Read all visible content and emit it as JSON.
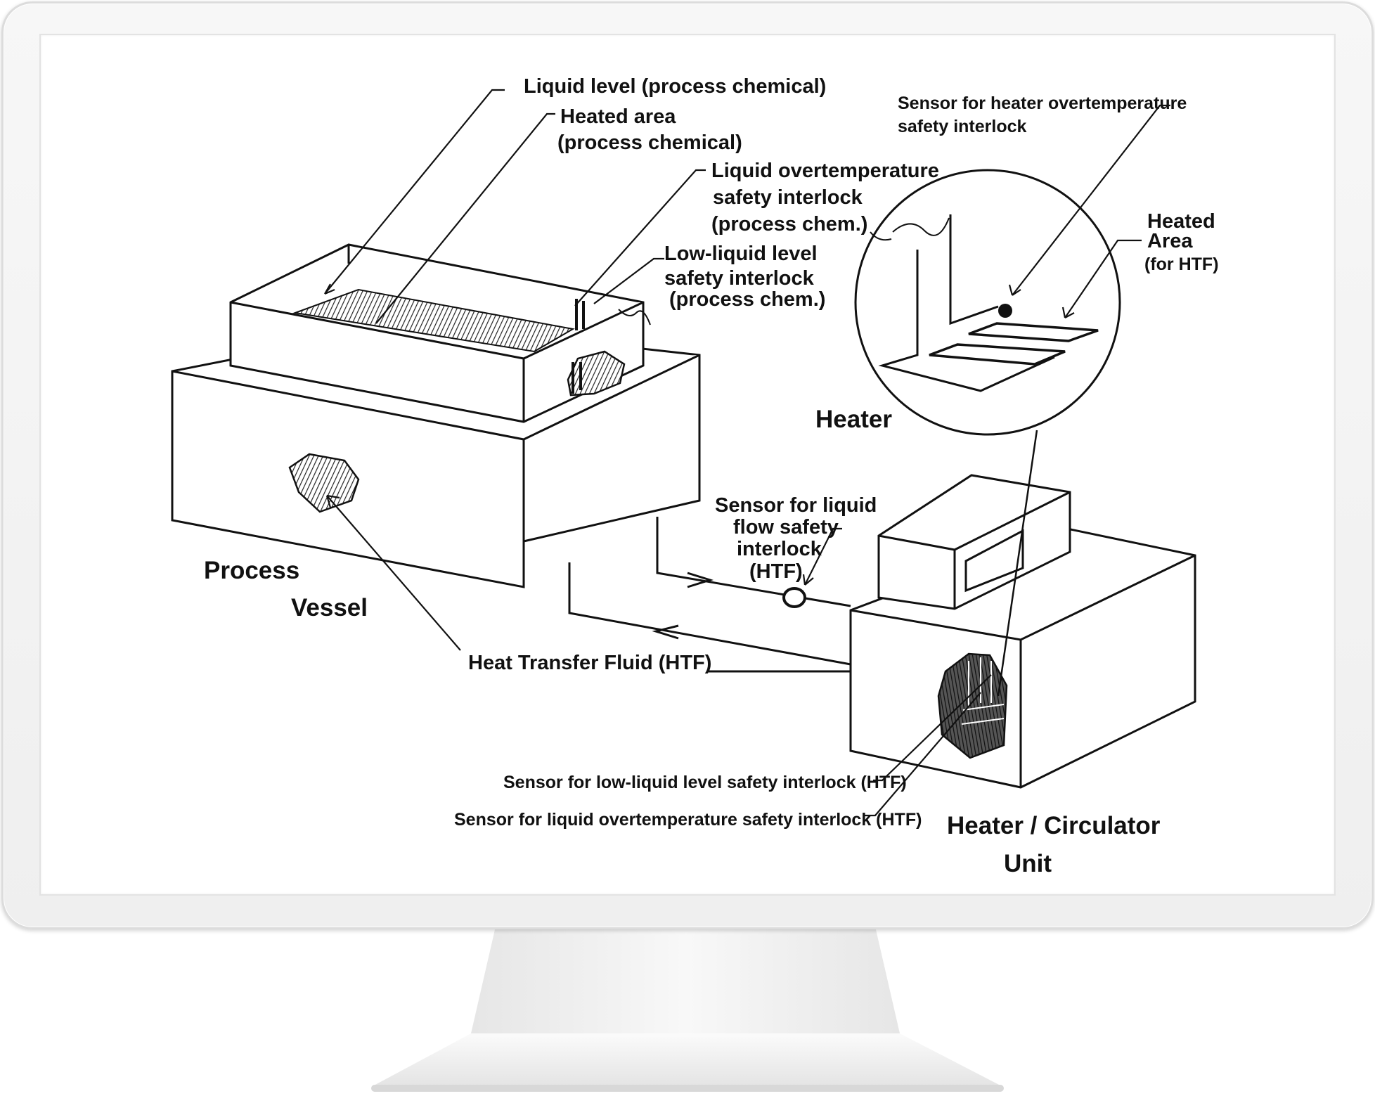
{
  "labels": {
    "liquid_level": "Liquid level (process chemical)",
    "heated_area_1": "Heated area",
    "heated_area_2": "(process chemical)",
    "liquid_ot_1": "Liquid overtemperature",
    "liquid_ot_2": "safety interlock",
    "liquid_ot_3": "(process chem.)",
    "low_level_1": "Low-liquid level",
    "low_level_2": "safety interlock",
    "low_level_3": "(process chem.)",
    "heater_ot_1": "Sensor for  heater overtemperature",
    "heater_ot_2": "safety interlock",
    "heated_htf_1": "Heated",
    "heated_htf_2": "Area",
    "heated_htf_3": "(for HTF)",
    "heater": "Heater",
    "flow_1": "Sensor for liquid",
    "flow_2": "flow safety",
    "flow_3": "interlock",
    "flow_4": "(HTF)",
    "process_1": "Process",
    "process_2": "Vessel",
    "htf": "Heat Transfer Fluid (HTF)",
    "low_level_htf": "Sensor for low-liquid level safety interlock (HTF)",
    "ot_htf": "Sensor for liquid overtemperature safety interlock (HTF)",
    "unit_1": "Heater / Circulator",
    "unit_2": "Unit"
  }
}
